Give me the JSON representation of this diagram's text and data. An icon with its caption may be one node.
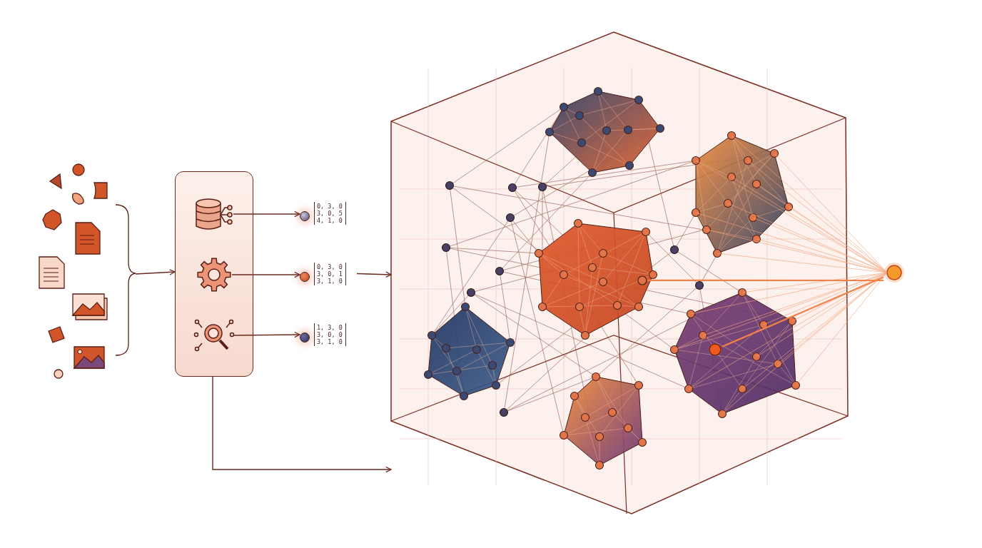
{
  "diagram": {
    "nodes": [
      {
        "text": [],
        "shape": "picture"
      },
      {
        "text": [],
        "shape": "box"
      },
      {
        "text": [],
        "shape": "picture",
        "in": 1
      },
      {
        "text": [],
        "shape": "picture",
        "in": 1
      },
      {
        "text": [],
        "shape": "picture",
        "in": 1
      },
      {
        "text": [
          "0, 3, 0 3, 0, 5 4, 1, 0"
        ]
      },
      {
        "text": [
          "0, 3, 0 3, 0, 1 3, 1, 0"
        ]
      },
      {
        "text": [
          "1, 3, 0 3, 0, 0 3, 1, 0"
        ]
      },
      {
        "text": [],
        "shape": "picture"
      },
      {
        "text": [],
        "shape": "circle",
        "in": 8
      },
      {
        "text": [],
        "shape": "circle",
        "in": 8
      },
      {
        "text": [],
        "shape": "circle"
      }
    ],
    "edges": [
      {
        "from": 0,
        "to": 1,
        "arrow": "to"
      },
      {
        "from": 2,
        "to": 5,
        "arrow": "to"
      },
      {
        "from": 3,
        "to": 6,
        "arrow": "to"
      },
      {
        "from": 4,
        "to": 7,
        "arrow": "to"
      },
      {
        "from": 6,
        "to": 8,
        "arrow": "to"
      },
      {
        "from": 1,
        "to": 8,
        "arrow": "to"
      },
      {
        "from": 11,
        "to": 9,
        "arrow": "none",
        "color": "#f2824a"
      },
      {
        "from": 11,
        "to": 10,
        "arrow": "none",
        "color": "#f2824a"
      }
    ]
  }
}
